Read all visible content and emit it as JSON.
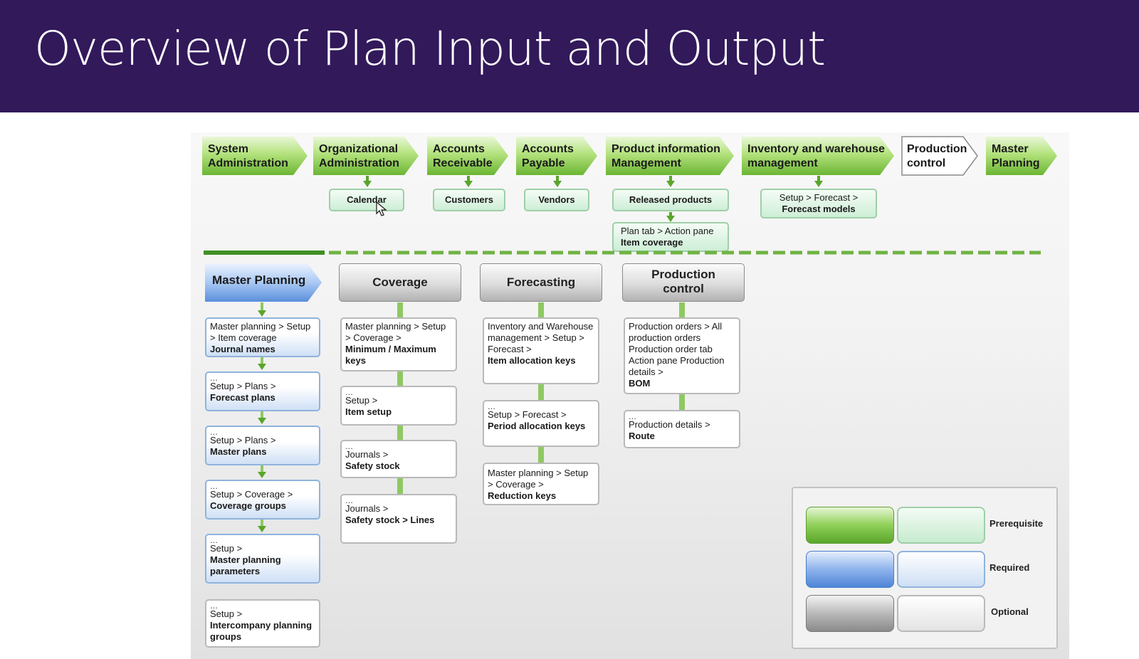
{
  "slide": {
    "title": "Overview of Plan Input and Output"
  },
  "modules": [
    {
      "label": "System Administration"
    },
    {
      "label": "Organizational Administration"
    },
    {
      "label": "Accounts Receivable"
    },
    {
      "label": "Accounts Payable"
    },
    {
      "label": "Product information Management"
    },
    {
      "label": "Inventory and warehouse management"
    },
    {
      "label": "Production control"
    },
    {
      "label": "Master Planning"
    }
  ],
  "prereq_items": {
    "calendar": "Calendar",
    "customers": "Customers",
    "vendors": "Vendors",
    "released_products": "Released products",
    "item_coverage_path": "Plan tab > Action pane",
    "item_coverage": "Item coverage",
    "forecast_models_path": "Setup > Forecast >",
    "forecast_models": "Forecast models"
  },
  "columns": {
    "master_planning": {
      "header": "Master Planning",
      "steps": [
        {
          "path": "Master planning > Setup > Item coverage",
          "item": "Journal names"
        },
        {
          "dots": "...",
          "path": "Setup > Plans >",
          "item": "Forecast plans"
        },
        {
          "dots": "...",
          "path": "Setup > Plans >",
          "item": "Master plans"
        },
        {
          "dots": "...",
          "path": "Setup > Coverage >",
          "item": "Coverage groups"
        },
        {
          "dots": "...",
          "path": "Setup >",
          "item": "Master planning parameters"
        },
        {
          "dots": "...",
          "path": "Setup >",
          "item": "Intercompany planning groups"
        }
      ]
    },
    "coverage": {
      "header": "Coverage",
      "steps": [
        {
          "path": "Master planning > Setup > Coverage >",
          "item": "Minimum / Maximum keys"
        },
        {
          "dots": "...",
          "path": "Setup >",
          "item": "Item setup"
        },
        {
          "dots": "...",
          "path": "Journals >",
          "item": "Safety stock"
        },
        {
          "dots": "...",
          "path": "Journals >",
          "item": "Safety stock > Lines"
        }
      ]
    },
    "forecasting": {
      "header": "Forecasting",
      "steps": [
        {
          "path": "Inventory and Warehouse management > Setup > Forecast >",
          "item": "Item allocation keys"
        },
        {
          "dots": "...",
          "path": "Setup > Forecast >",
          "item": "Period allocation keys"
        },
        {
          "path": "Master planning > Setup > Coverage >",
          "item": "Reduction keys"
        }
      ]
    },
    "production_control": {
      "header": "Production control",
      "steps": [
        {
          "path": "Production orders > All production orders Production order tab Action pane Production details >",
          "item": "BOM"
        },
        {
          "dots": "...",
          "path": "Production details >",
          "item": "Route"
        }
      ]
    }
  },
  "legend": {
    "prerequisite": "Prerequisite",
    "required": "Required",
    "optional": "Optional",
    "colors": {
      "prerequisite": "#6bb533",
      "required": "#4f85d6",
      "optional": "#8a8a8a"
    }
  }
}
